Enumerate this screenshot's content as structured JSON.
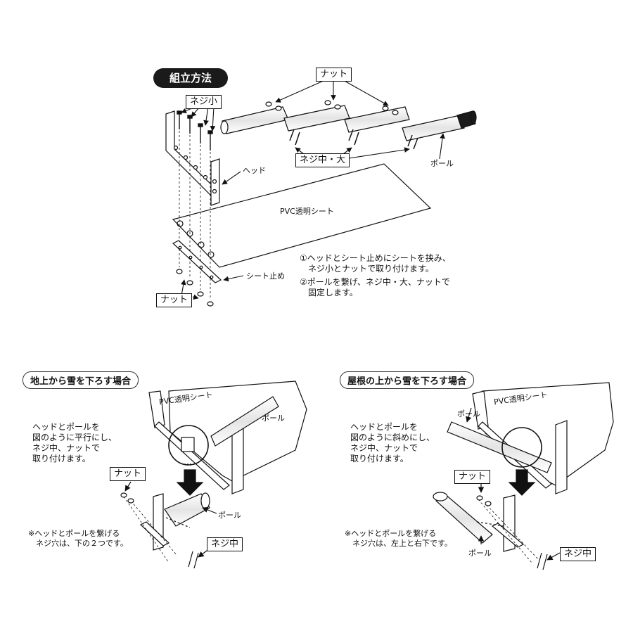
{
  "header": {
    "title": "組立方法"
  },
  "top_diagram": {
    "labels": {
      "small_screw": "ネジ小",
      "nut_top": "ナット",
      "nut_bottom": "ナット",
      "mid_large_screw": "ネジ中・大",
      "pole": "ポール",
      "head": "ヘッド",
      "pvc_sheet": "PVC透明シート",
      "sheet_stopper": "シート止め"
    },
    "steps": [
      "①ヘッドとシート止めにシートを挟み、",
      "　ネジ小とナットで取り付けます。",
      "②ポールを繋げ、ネジ中・大、ナットで",
      "　固定します。"
    ]
  },
  "panels": [
    {
      "title": "地上から雪を下ろす場合",
      "instructions": [
        "ヘッドとポールを",
        "図のように平行にし、",
        "ネジ中、ナットで",
        "取り付けます。"
      ],
      "note": [
        "※ヘッドとポールを繋げる",
        "　ネジ穴は、下の２つです。"
      ],
      "labels": {
        "pvc_sheet": "PVC透明シート",
        "pole_top": "ポール",
        "pole_detail": "ポール",
        "nut": "ナット",
        "screw": "ネジ中"
      }
    },
    {
      "title": "屋根の上から雪を下ろす場合",
      "instructions": [
        "ヘッドとポールを",
        "図のように斜めにし、",
        "ネジ中、ナットで",
        "取り付けます。"
      ],
      "note": [
        "※ヘッドとポールを繋げる",
        "　ネジ穴は、左上と右下です。"
      ],
      "labels": {
        "pvc_sheet": "PVC透明シート",
        "pole_top": "ポール",
        "pole_detail": "ポール",
        "nut": "ナット",
        "screw": "ネジ中"
      }
    }
  ],
  "colors": {
    "ink": "#111111",
    "pill_bg": "#1a1a1a",
    "pole_highlight": "#f2f2f2",
    "grip": "#1a1a1a"
  }
}
